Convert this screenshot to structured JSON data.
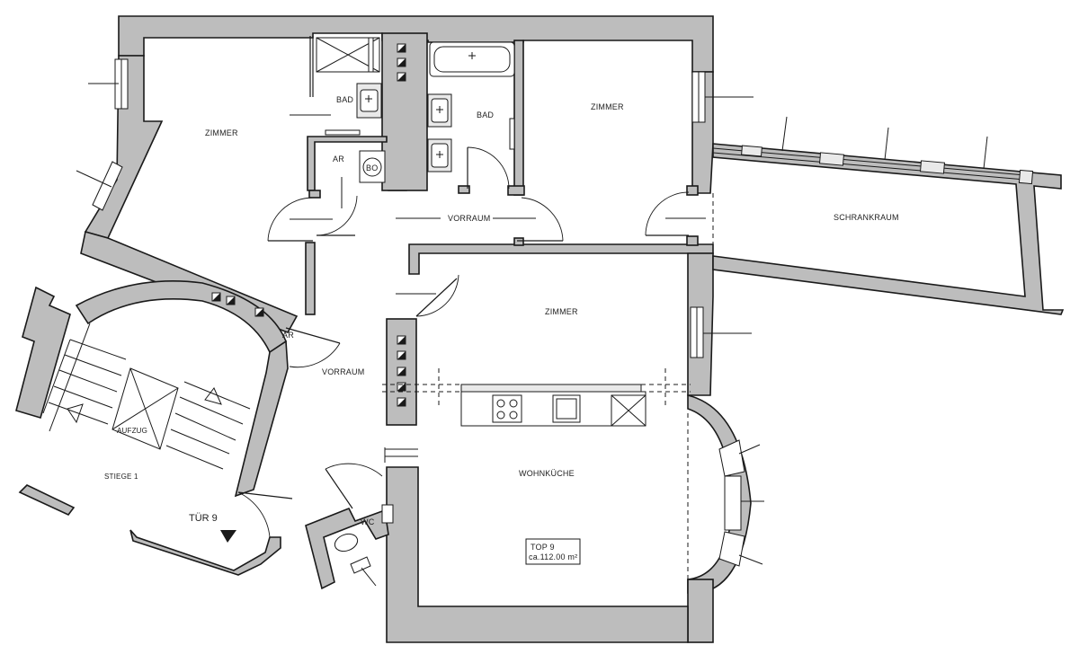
{
  "rooms": {
    "zimmer_nw": "ZIMMER",
    "bad_1": "BAD",
    "ar_1": "AR",
    "bad_2": "BAD",
    "zimmer_ne": "ZIMMER",
    "schrankraum": "SCHRANKRAUM",
    "vorraum_1": "VORRAUM",
    "zimmer_center": "ZIMMER",
    "ar_2": "AR",
    "vorraum_2": "VORRAUM",
    "aufzug": "AUFZUG",
    "wohnkueche": "WOHNKÜCHE",
    "stiege": "STIEGE 1",
    "tuer": "TÜR 9",
    "wc": "WC"
  },
  "unit": {
    "top": "TOP 9",
    "area": "ca.112.00 m²"
  },
  "colors": {
    "wall_fill": "#bdbdbd",
    "line": "#1a1a1a",
    "background": "#ffffff"
  }
}
